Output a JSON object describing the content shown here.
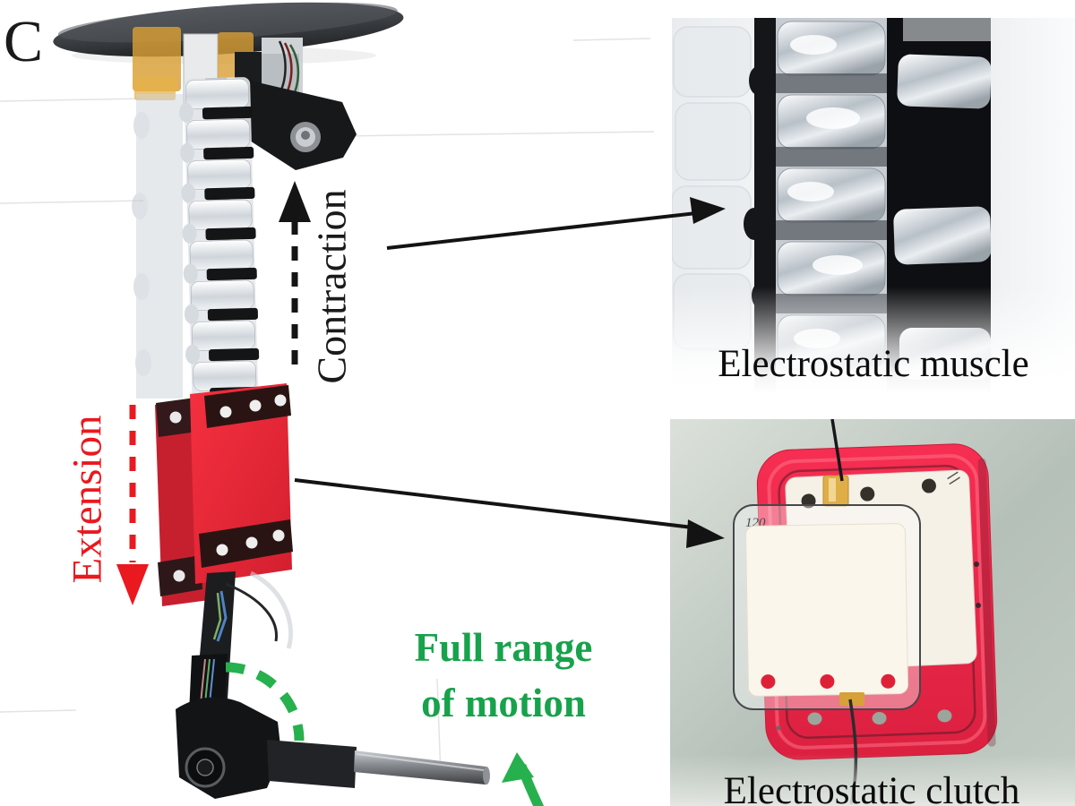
{
  "figure": {
    "panel_label": "C",
    "annotations": {
      "contraction_label": "Contraction",
      "extension_label": "Extension",
      "full_range_label": "Full range\nof motion"
    },
    "insets": [
      {
        "id": "muscle",
        "caption": "Electrostatic muscle"
      },
      {
        "id": "clutch",
        "caption": "Electrostatic clutch",
        "handwritten_mark": "120"
      }
    ],
    "colors": {
      "annotation_black": "#1a1a1a",
      "extension_red": "#e9191f",
      "range_green": "#17a24b",
      "arrow_green": "#27b04e",
      "clutch_pad_red": "#ee2446",
      "clutch_photo_background": "#bcc7bf",
      "background": "#ffffff"
    }
  }
}
